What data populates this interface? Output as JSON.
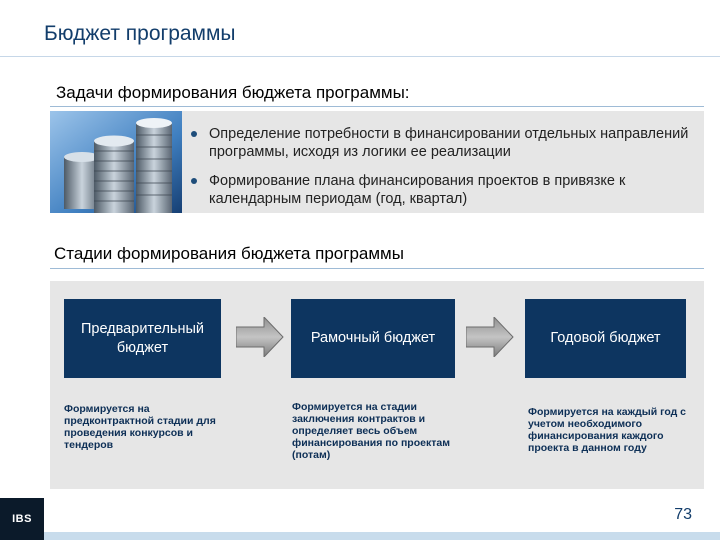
{
  "slide": {
    "title": "Бюджет программы",
    "page_number": "73",
    "logo_text": "IBS"
  },
  "tasks": {
    "heading": "Задачи формирования бюджета программы:",
    "bullets": [
      "Определение потребности в финансировании отдельных направлений программы, исходя из логики ее реализации",
      "Формирование плана финансирования проектов в привязке к календарным периодам (год, квартал)"
    ]
  },
  "stages": {
    "heading": "Стадии формирования бюджета программы",
    "items": [
      {
        "title": "Предварительный бюджет",
        "description": "Формируется на предконтрактной стадии для проведения конкурсов и тендеров"
      },
      {
        "title": "Рамочный бюджет",
        "description": "Формируется на стадии заключения контрактов и определяет весь объем финансирования по проектам (потам)"
      },
      {
        "title": "Годовой бюджет",
        "description": "Формируется на каждый год с учетом необходимого финансирования каждого проекта в данном году"
      }
    ]
  },
  "colors": {
    "title": "#123d6b",
    "stage_card": "#0d3560",
    "panel": "#e6e6e6",
    "accent_rule": "#9ebbd6"
  }
}
